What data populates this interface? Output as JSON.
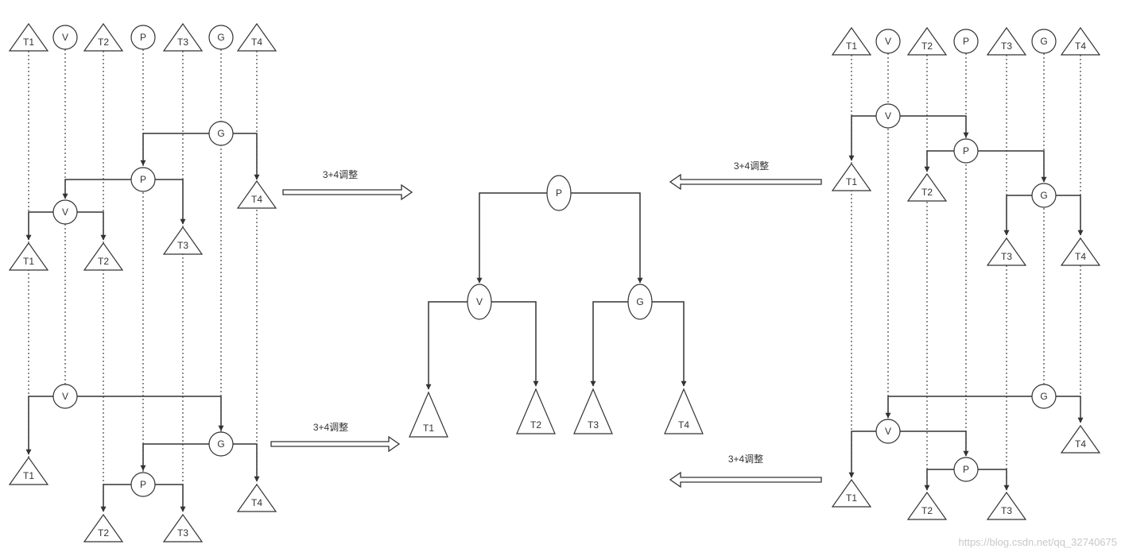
{
  "colors": {
    "stroke": "#333333",
    "guide": "#333333",
    "background": "#ffffff",
    "watermark": "#c8c8c8"
  },
  "labels": {
    "t1": "T1",
    "t2": "T2",
    "t3": "T3",
    "t4": "T4",
    "v": "V",
    "p": "P",
    "g": "G"
  },
  "arrow_label": "3+4调整",
  "watermark": "https://blog.csdn.net/qq_32740675"
}
